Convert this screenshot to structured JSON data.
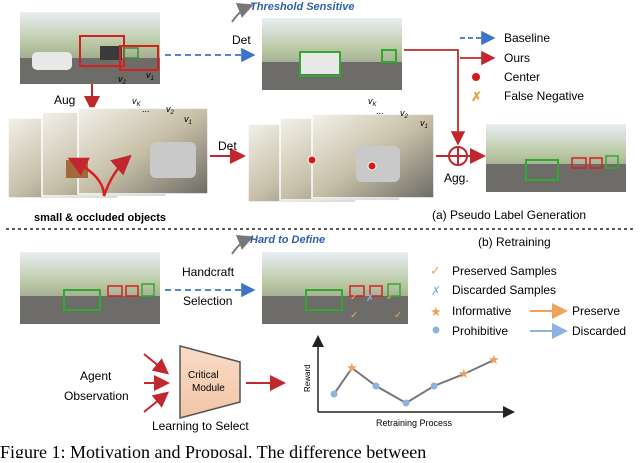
{
  "top": {
    "threshold_label": "Threshold Sensitive",
    "det_top": "Det",
    "aug": "Aug",
    "det_mid": "Det",
    "agg": "Agg.",
    "small_objects": "small & occluded objects",
    "v1_top": "v",
    "v2_top": "v",
    "vk": "v",
    "ellipsis": "...",
    "sub1": "1",
    "sub2": "2",
    "subK": "K"
  },
  "legend_top": {
    "items": [
      {
        "label": "Baseline",
        "color": "#3b74c9"
      },
      {
        "label": "Ours",
        "color": "#c0282d"
      },
      {
        "label": "Center",
        "color": "#d61a1a"
      },
      {
        "label": "False Negative",
        "color": "#e8a13a"
      }
    ]
  },
  "caption_a": "(a) Pseudo Label Generation",
  "caption_b": "(b) Retraining",
  "bottom": {
    "hard_label": "Hard to Define",
    "handcraft_line1": "Handcraft",
    "handcraft_line2": "Selection",
    "agent_line1": "Agent",
    "agent_line2": "Observation",
    "module_line1": "Critical",
    "module_line2": "Module",
    "learning": "Learning to Select",
    "reward_axis": "Reward",
    "x_axis": "Retraining Process"
  },
  "legend_bottom": {
    "preserved": "Preserved Samples",
    "discarded": "Discarded Samples",
    "informative": "Informative",
    "preserve": "Preserve",
    "prohibitive": "Prohibitive",
    "discarded2": "Discarded",
    "orange": "#f0a15c",
    "blue": "#8fb3e0"
  },
  "figure_caption": "Figure 1: Motivation and Proposal. The difference between"
}
